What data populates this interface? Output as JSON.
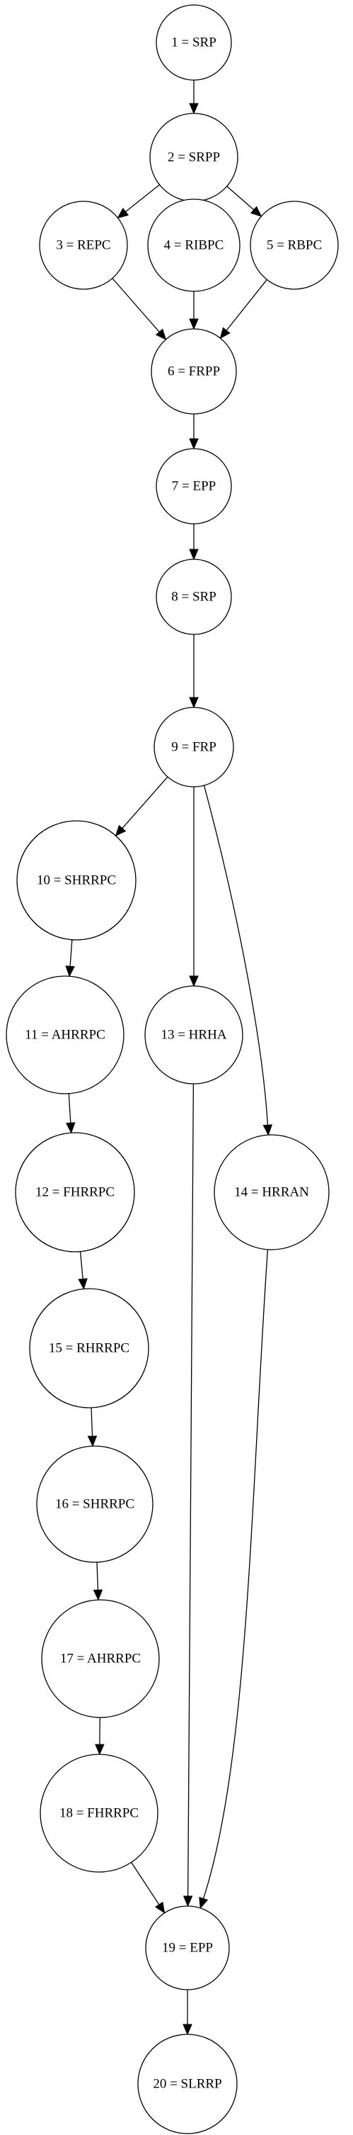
{
  "nodes": [
    {
      "id": "n1",
      "label": "1 = SRP"
    },
    {
      "id": "n2",
      "label": "2 = SRPP"
    },
    {
      "id": "n3",
      "label": "3 = REPC"
    },
    {
      "id": "n4",
      "label": "4 = RIBPC"
    },
    {
      "id": "n5",
      "label": "5 = RBPC"
    },
    {
      "id": "n6",
      "label": "6 = FRPP"
    },
    {
      "id": "n7",
      "label": "7 = EPP"
    },
    {
      "id": "n8",
      "label": "8 = SRP"
    },
    {
      "id": "n9",
      "label": "9 = FRP"
    },
    {
      "id": "n10",
      "label": "10 = SHRRPC"
    },
    {
      "id": "n11",
      "label": "11 = AHRRPC"
    },
    {
      "id": "n12",
      "label": "12 = FHRRPC"
    },
    {
      "id": "n13",
      "label": "13 = HRHA"
    },
    {
      "id": "n14",
      "label": "14 = HRRAN"
    },
    {
      "id": "n15",
      "label": "15 = RHRRPC"
    },
    {
      "id": "n16",
      "label": "16 = SHRRPC"
    },
    {
      "id": "n17",
      "label": "17 = AHRRPC"
    },
    {
      "id": "n18",
      "label": "18 = FHRRPC"
    },
    {
      "id": "n19",
      "label": "19 = EPP"
    },
    {
      "id": "n20",
      "label": "20 = SLRRP"
    }
  ],
  "edges": [
    {
      "from": "n1",
      "to": "n2"
    },
    {
      "from": "n2",
      "to": "n3"
    },
    {
      "from": "n2",
      "to": "n4"
    },
    {
      "from": "n2",
      "to": "n5"
    },
    {
      "from": "n3",
      "to": "n6"
    },
    {
      "from": "n4",
      "to": "n6"
    },
    {
      "from": "n5",
      "to": "n6"
    },
    {
      "from": "n6",
      "to": "n7"
    },
    {
      "from": "n7",
      "to": "n8"
    },
    {
      "from": "n8",
      "to": "n9"
    },
    {
      "from": "n9",
      "to": "n10"
    },
    {
      "from": "n9",
      "to": "n13"
    },
    {
      "from": "n9",
      "to": "n14"
    },
    {
      "from": "n10",
      "to": "n11"
    },
    {
      "from": "n11",
      "to": "n12"
    },
    {
      "from": "n12",
      "to": "n15"
    },
    {
      "from": "n15",
      "to": "n16"
    },
    {
      "from": "n16",
      "to": "n17"
    },
    {
      "from": "n17",
      "to": "n18"
    },
    {
      "from": "n18",
      "to": "n19"
    },
    {
      "from": "n13",
      "to": "n19"
    },
    {
      "from": "n14",
      "to": "n19"
    },
    {
      "from": "n19",
      "to": "n20"
    }
  ]
}
